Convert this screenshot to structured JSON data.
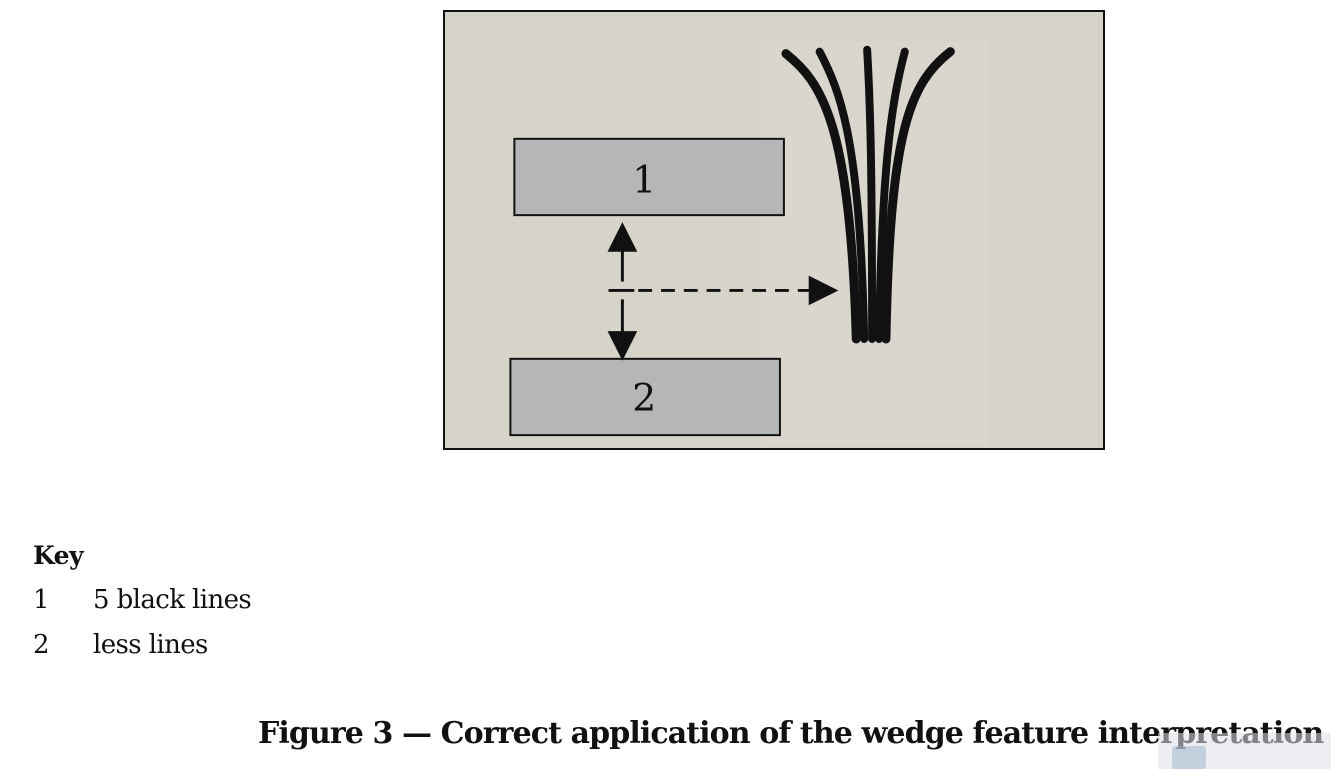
{
  "figure": {
    "box1_label": "1",
    "box2_label": "2",
    "colors": {
      "background": "#d6d4c8",
      "box_fill": "#b4b6b8",
      "line": "#111111",
      "wedge": "#111111"
    }
  },
  "key": {
    "title": "Key",
    "items": [
      {
        "num": "1",
        "text": "5 black lines"
      },
      {
        "num": "2",
        "text": "less lines"
      }
    ]
  },
  "caption": "Figure 3 — Correct application of the wedge feature interpretation"
}
